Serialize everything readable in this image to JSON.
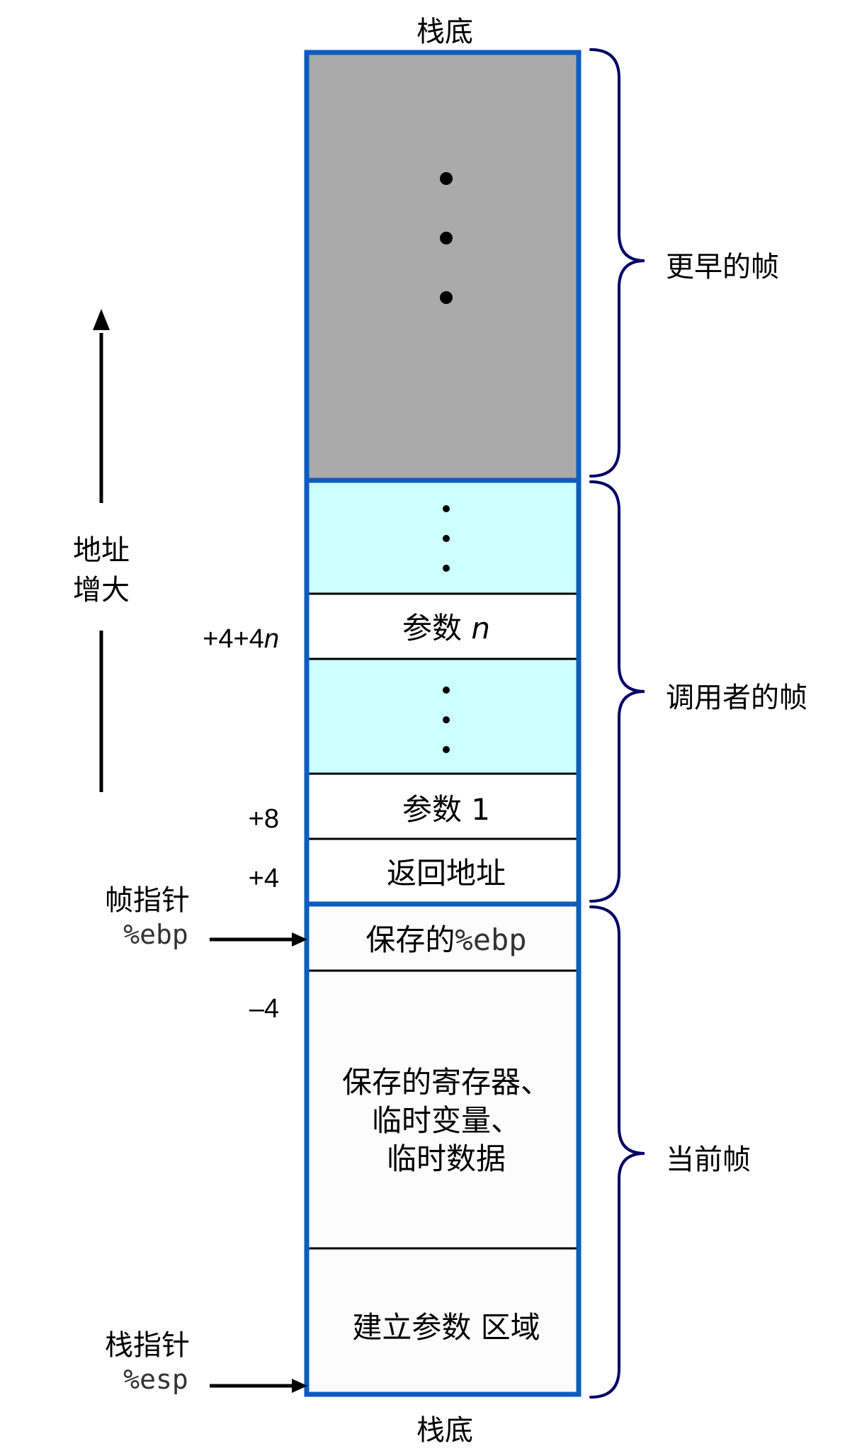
{
  "stack": {
    "top_label": "栈底",
    "bottom_label": "栈底",
    "cells": {
      "param_n": {
        "text": "参数 ",
        "var": "n"
      },
      "param_1": "参数 1",
      "return_addr": "返回地址",
      "saved_ebp": {
        "text": "保存的",
        "reg": "%ebp"
      },
      "saved_regs": [
        "保存的寄存器、",
        "临时变量、",
        "临时数据"
      ],
      "arg_build": "建立参数 区域"
    }
  },
  "offsets": {
    "param_n": {
      "text": "+4+4",
      "var": "n"
    },
    "param_1": "+8",
    "return_addr": "+4",
    "saved_regs": "–4"
  },
  "frames": {
    "earlier": "更早的帧",
    "caller": "调用者的帧",
    "current": "当前帧"
  },
  "address_arrow": {
    "line1": "地址",
    "line2": "增大"
  },
  "pointers": {
    "frame": {
      "label": "帧指针",
      "reg": "%ebp"
    },
    "stack": {
      "label": "栈指针",
      "reg": "%esp"
    }
  },
  "colors": {
    "border_blue": "#0f5bbf",
    "earlier_gray": "#aaaaaa",
    "caller_cyan": "#ccffff",
    "brace_navy": "#000066"
  }
}
